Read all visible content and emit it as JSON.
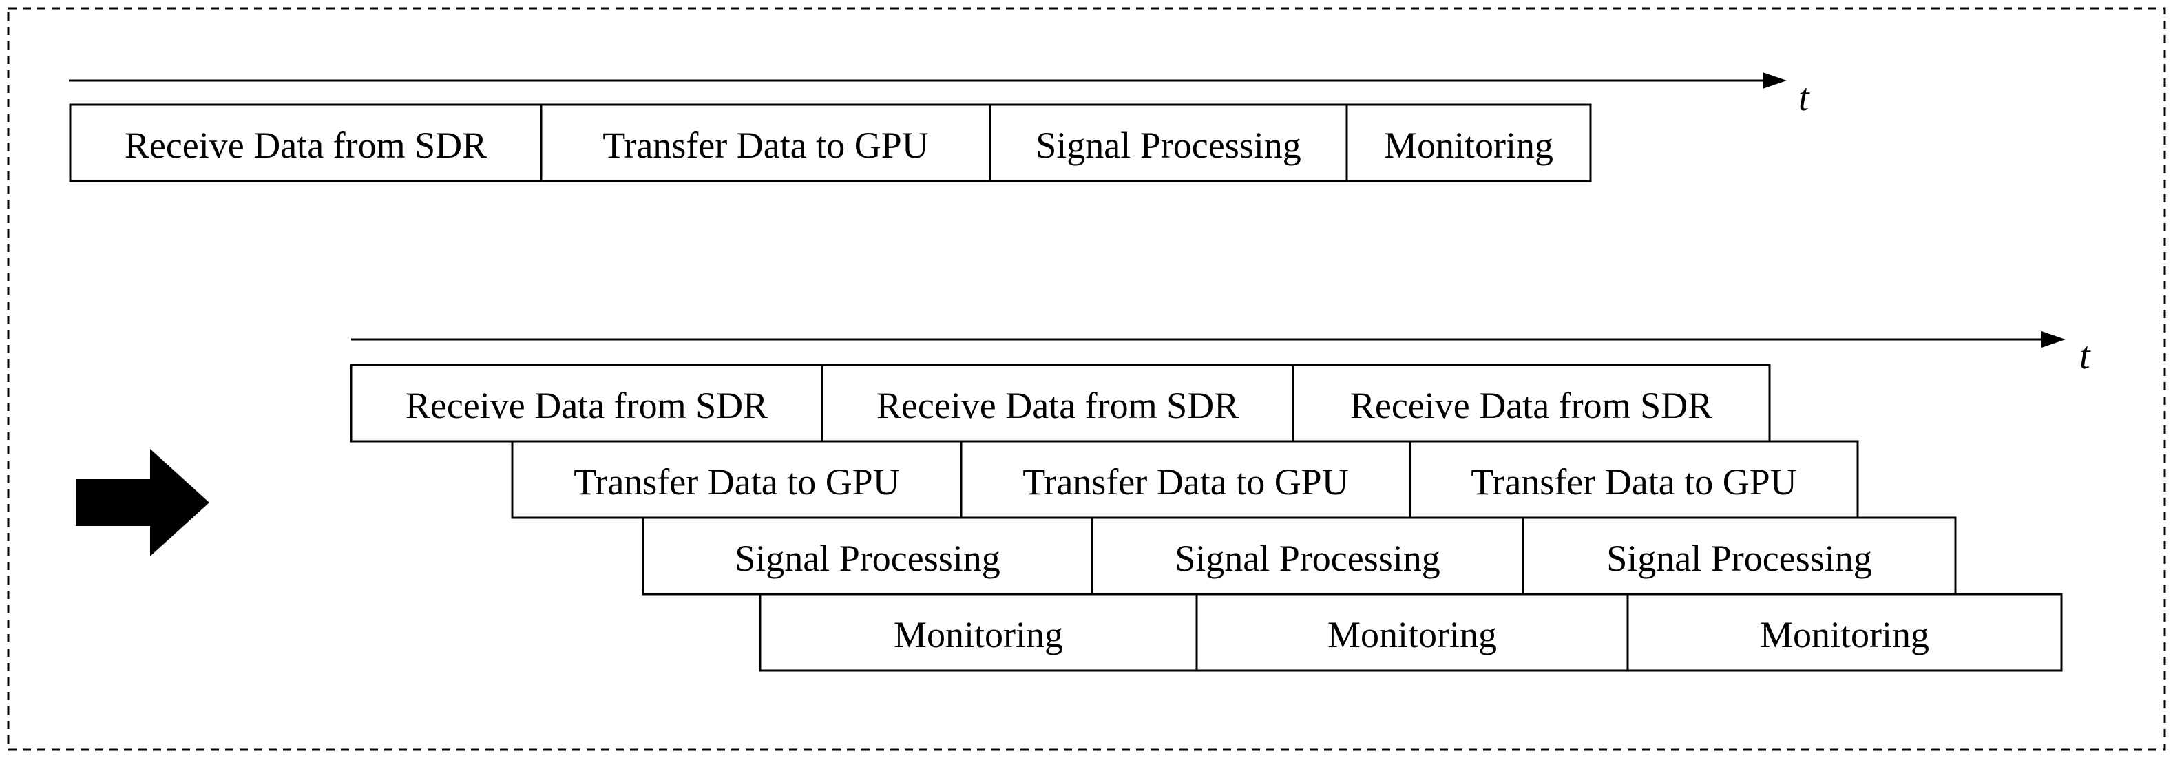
{
  "time_axis_label": "t",
  "sequential": {
    "stages": [
      "Receive Data from SDR",
      "Transfer Data to GPU",
      "Signal Processing",
      "Monitoring"
    ]
  },
  "pipelined": {
    "rows": [
      {
        "stage": "Receive Data from SDR",
        "cells": [
          "Receive Data from SDR",
          "Receive Data from SDR",
          "Receive Data from SDR"
        ]
      },
      {
        "stage": "Transfer Data to GPU",
        "cells": [
          "Transfer Data to GPU",
          "Transfer Data to GPU",
          "Transfer Data to GPU"
        ]
      },
      {
        "stage": "Signal Processing",
        "cells": [
          "Signal Processing",
          "Signal Processing",
          "Signal Processing"
        ]
      },
      {
        "stage": "Monitoring",
        "cells": [
          "Monitoring",
          "Monitoring",
          "Monitoring"
        ]
      }
    ]
  },
  "arrow_icon": "right-arrow-icon"
}
